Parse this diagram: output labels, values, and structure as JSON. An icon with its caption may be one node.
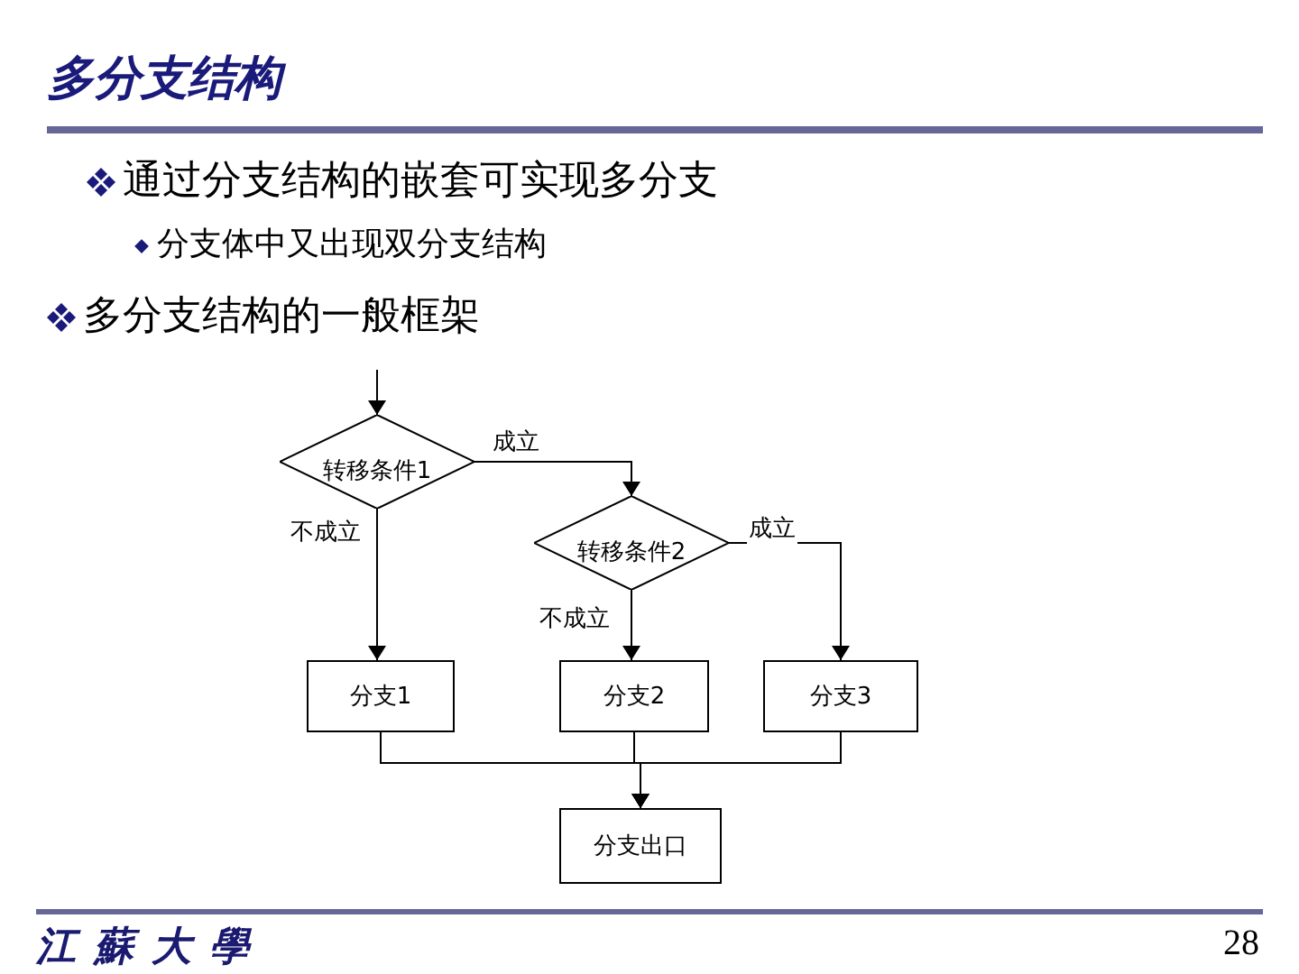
{
  "diagram": {
    "title": "多分支结构",
    "nodes": [
      {
        "text": [
          "转移条件1"
        ]
      },
      {
        "text": [
          "转移条件2"
        ]
      },
      {
        "text": [
          "分支1"
        ]
      },
      {
        "text": [
          "分支2"
        ]
      },
      {
        "text": [
          "分支3"
        ]
      },
      {
        "text": [
          "分支出口"
        ]
      }
    ],
    "edges": [
      {
        "from": null,
        "to": 0,
        "arrow": "to"
      },
      {
        "from": 0,
        "to": 1,
        "arrow": "to",
        "label": "成立"
      },
      {
        "from": 0,
        "to": 2,
        "arrow": "to",
        "label": "不成立"
      },
      {
        "from": 1,
        "to": 4,
        "arrow": "to",
        "label": "成立"
      },
      {
        "from": 1,
        "to": 3,
        "arrow": "to",
        "label": "不成立"
      },
      {
        "from": 2,
        "to": 5,
        "arrow": "to"
      },
      {
        "from": 3,
        "to": 5,
        "arrow": "to"
      },
      {
        "from": 4,
        "to": 5,
        "arrow": "to"
      }
    ],
    "labels": [
      "通过分支结构的嵌套可实现多分支",
      "分支体中又出现双分支结构",
      "多分支结构的一般框架",
      "江蘇大學",
      "28"
    ]
  }
}
